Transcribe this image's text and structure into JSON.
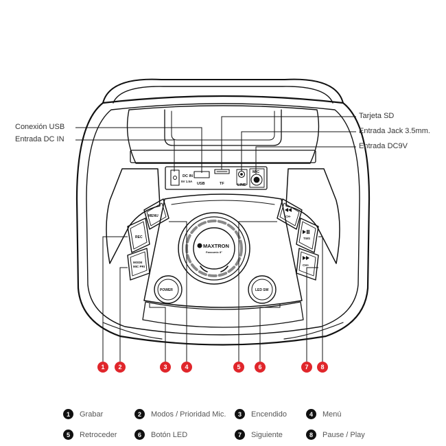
{
  "colors": {
    "accent_red": "#e0262b",
    "line": "#111111",
    "legend_badge": "#111111"
  },
  "callouts": {
    "usb_connection": "Conexión USB",
    "dc_in_input": "Entrada DC IN",
    "sd_card": "Tarjeta SD",
    "jack_input": "Entrada Jack 3.5mm.",
    "dc9v_input": "Entrada DC9V"
  },
  "panel_labels": {
    "dc_in": "DC IN",
    "dc_spec": "5V 1.5A",
    "usb": "USB",
    "tf": "TF",
    "line": "LINE",
    "mic": "MIC"
  },
  "button_labels": {
    "menu": "MENU",
    "rec": "REC",
    "mode": "MODE",
    "mic_pri": "MIC PRI",
    "power": "POWER",
    "led_sw": "LED SW",
    "prev": "CH-",
    "play": "TWS",
    "next": "CH+"
  },
  "brand": {
    "name": "MAXTRON",
    "model": "Fanoumic 8\""
  },
  "markers": [
    "1",
    "2",
    "3",
    "4",
    "5",
    "6",
    "7",
    "8"
  ],
  "legend": [
    {
      "num": "1",
      "label": "Grabar"
    },
    {
      "num": "2",
      "label": "Modos / Prioridad Mic."
    },
    {
      "num": "3",
      "label": "Encendido"
    },
    {
      "num": "4",
      "label": "Menú"
    },
    {
      "num": "5",
      "label": "Retroceder"
    },
    {
      "num": "6",
      "label": "Botón LED"
    },
    {
      "num": "7",
      "label": "Siguiente"
    },
    {
      "num": "8",
      "label": "Pause / Play"
    }
  ]
}
